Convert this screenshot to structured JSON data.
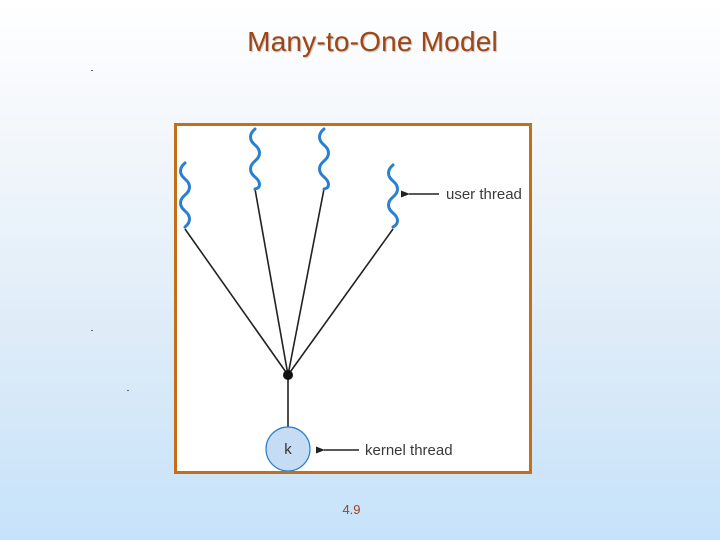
{
  "slide": {
    "title": "Many-to-One Model",
    "page_number": "4.9"
  },
  "diagram": {
    "user_thread_label": "user thread",
    "kernel_thread_label": "kernel thread",
    "kernel_node_label": "k"
  },
  "colors": {
    "title": "#a04513",
    "frame_border": "#c36f1a",
    "thread_squiggle": "#2a7fd0",
    "kernel_circle_fill": "#c6dcf4"
  }
}
